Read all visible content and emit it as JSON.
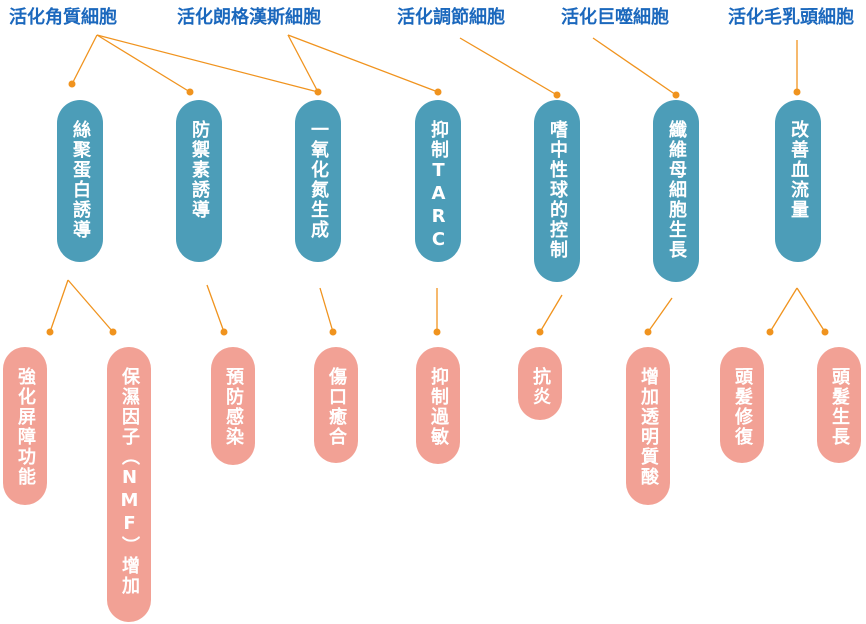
{
  "colors": {
    "title": "#1b68bd",
    "activity": "#4c9db8",
    "effect": "#f2a195",
    "connector": "#f0931e"
  },
  "cells": [
    "活化角質細胞",
    "活化朗格漢斯細胞",
    "活化調節細胞",
    "活化巨噬細胞",
    "活化毛乳頭細胞"
  ],
  "activities": [
    "絲聚蛋白誘導",
    "防禦素誘導",
    "一氧化氮生成",
    "抑制TARC",
    "嗜中性球的控制",
    "纖維母細胞生長",
    "改善血流量"
  ],
  "effects": [
    "強化屏障功能",
    "保濕因子（NMF）增加",
    "預防感染",
    "傷口癒合",
    "抑制過敏",
    "抗炎",
    "增加透明質酸",
    "頭髮修復",
    "頭髮生長"
  ]
}
